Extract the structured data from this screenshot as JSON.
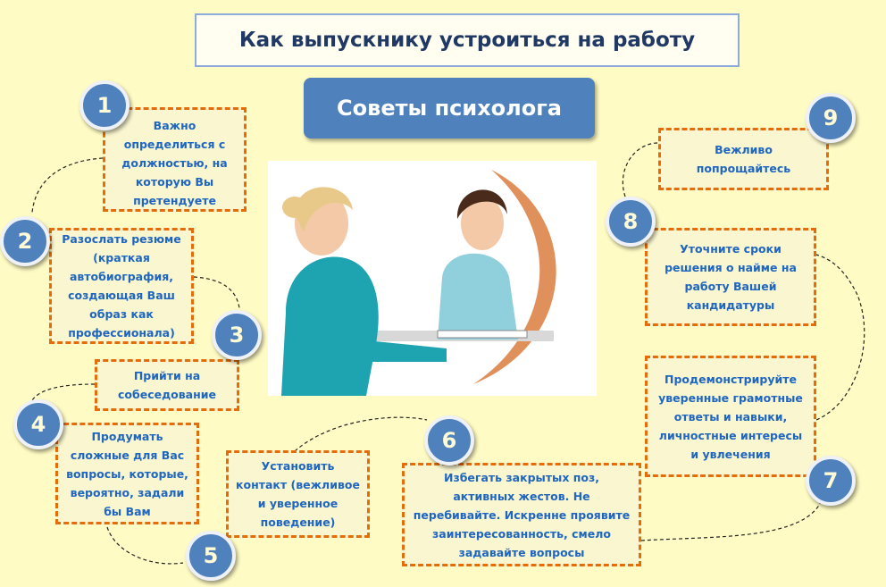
{
  "title": "Как выпускнику устроиться на работу",
  "subtitle": "Советы психолога",
  "steps": [
    {
      "n": "1",
      "text": "Важно определиться с должностью, на которую Вы претендуете"
    },
    {
      "n": "2",
      "text": "Разослать резюме (краткая автобиография, создающая Ваш образ как профессионала)"
    },
    {
      "n": "3",
      "text": "Прийти на собеседование"
    },
    {
      "n": "4",
      "text": "Продумать сложные для Вас вопросы, которые, вероятно, задали бы Вам"
    },
    {
      "n": "5",
      "text": "Установить контакт (вежливое и уверенное поведение)"
    },
    {
      "n": "6",
      "text": "Избегать закрытых поз, активных жестов. Не перебивайте. Искренне проявите заинтересованность, смело задавайте вопросы"
    },
    {
      "n": "7",
      "text": "Продемонстрируйте уверенные грамотные ответы и навыки, личностные интересы и увлечения"
    },
    {
      "n": "8",
      "text": "Уточните сроки решения о найме  на работу Вашей кандидатуры"
    },
    {
      "n": "9",
      "text": "Вежливо попрощайтесь"
    }
  ],
  "colors": {
    "background": "#fffbc4",
    "circle": "#4f81bd",
    "border": "#e46c0a",
    "text": "#1f66c0"
  }
}
